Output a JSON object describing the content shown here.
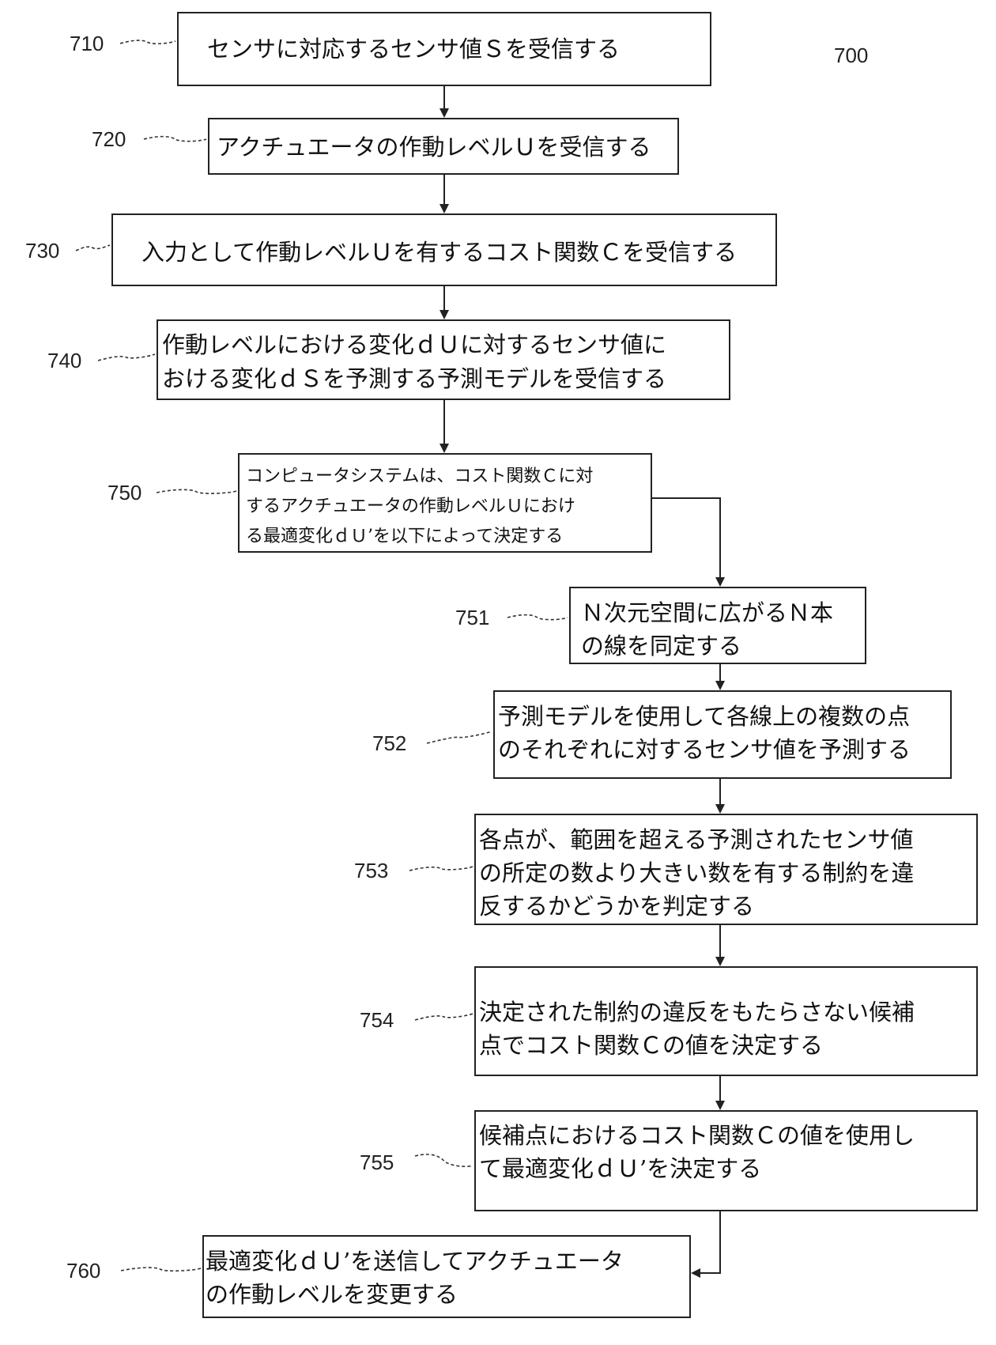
{
  "figure_number": "700",
  "steps": [
    {
      "ref": "710",
      "lines": [
        "センサに対応するセンサ値Ｓを受信する"
      ]
    },
    {
      "ref": "720",
      "lines": [
        "アクチュエータの作動レベルＵを受信する"
      ]
    },
    {
      "ref": "730",
      "lines": [
        "入力として作動レベルＵを有するコスト関数Ｃを受信する"
      ]
    },
    {
      "ref": "740",
      "lines": [
        "作動レベルにおける変化ｄＵに対するセンサ値に",
        "おける変化ｄＳを予測する予測モデルを受信する"
      ]
    },
    {
      "ref": "750",
      "lines": [
        "コンピュータシステムは、コスト関数Ｃに対",
        "するアクチュエータの作動レベルＵにおけ",
        "る最適変化ｄＵ’を以下によって決定する"
      ]
    },
    {
      "ref": "751",
      "lines": [
        "Ｎ次元空間に広がるＮ本",
        "の線を同定する"
      ]
    },
    {
      "ref": "752",
      "lines": [
        "予測モデルを使用して各線上の複数の点",
        "のそれぞれに対するセンサ値を予測する"
      ]
    },
    {
      "ref": "753",
      "lines": [
        "各点が、範囲を超える予測されたセンサ値",
        "の所定の数より大きい数を有する制約を違",
        "反するかどうかを判定する"
      ]
    },
    {
      "ref": "754",
      "lines": [
        "決定された制約の違反をもたらさない候補",
        "点でコスト関数Ｃの値を決定する"
      ]
    },
    {
      "ref": "755",
      "lines": [
        "候補点におけるコスト関数Ｃの値を使用し",
        "て最適変化ｄＵ’を決定する"
      ]
    },
    {
      "ref": "760",
      "lines": [
        "最適変化ｄＵ’を送信してアクチュエータ",
        "の作動レベルを変更する"
      ]
    }
  ]
}
